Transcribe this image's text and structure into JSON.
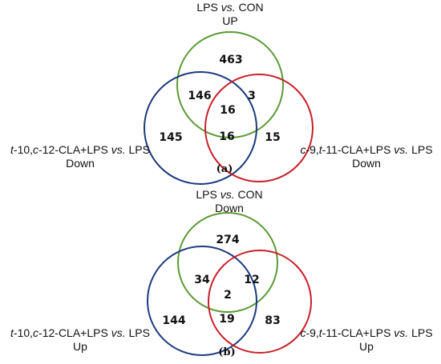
{
  "colors": {
    "lps_circle": "#5a9a35",
    "t10_circle": "#1c3a7d",
    "c9_circle": "#c8202a"
  },
  "panels": [
    {
      "tag": "(a)",
      "sets": {
        "lps": {
          "line1_pre": "LPS ",
          "line1_it": "vs.",
          "line1_post": " CON",
          "line2": "UP"
        },
        "t10": {
          "it1": "t",
          "pre": "-10,",
          "it2": "c",
          "mid": "-12-CLA+LPS ",
          "it3": "vs.",
          "post": " LPS",
          "line2": "Down"
        },
        "c9": {
          "it1": "c",
          "pre": "-9,",
          "it2": "t",
          "mid": "-11-CLA+LPS ",
          "it3": "vs.",
          "post": " LPS",
          "line2": "Down"
        }
      },
      "counts": {
        "lps_only": "463",
        "lps_t10": "146",
        "lps_c9": "3",
        "all": "16",
        "t10_only": "145",
        "t10_c9": "16",
        "c9_only": "15"
      }
    },
    {
      "tag": "(b)",
      "sets": {
        "lps": {
          "line1_pre": "LPS ",
          "line1_it": "vs.",
          "line1_post": " CON",
          "line2": "Down"
        },
        "t10": {
          "it1": "t",
          "pre": "-10,",
          "it2": "c",
          "mid": "-12-CLA+LPS ",
          "it3": "vs.",
          "post": " LPS",
          "line2": "Up"
        },
        "c9": {
          "it1": "c",
          "pre": "-9,",
          "it2": "t",
          "mid": "-11-CLA+LPS ",
          "it3": "vs.",
          "post": " LPS",
          "line2": "Up"
        }
      },
      "counts": {
        "lps_only": "274",
        "lps_t10": "34",
        "lps_c9": "12",
        "all": "2",
        "t10_only": "144",
        "t10_c9": "19",
        "c9_only": "83"
      }
    }
  ]
}
